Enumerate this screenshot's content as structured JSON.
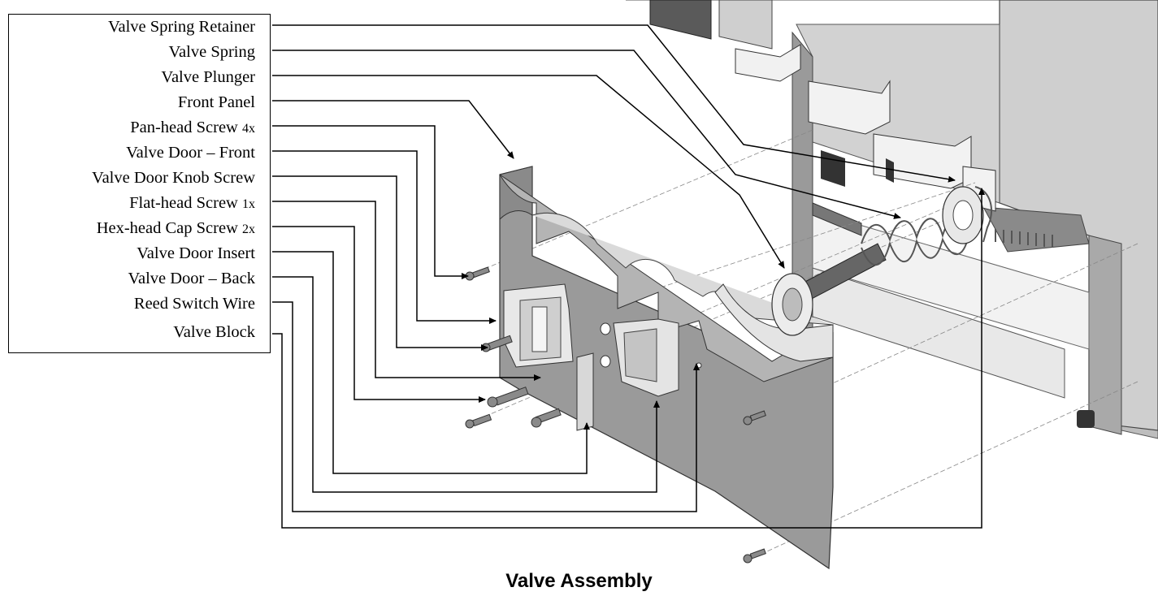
{
  "caption": "Valve Assembly",
  "callouts": [
    {
      "name": "Valve Spring Retainer",
      "qty": ""
    },
    {
      "name": "Valve Spring",
      "qty": ""
    },
    {
      "name": "Valve Plunger",
      "qty": ""
    },
    {
      "name": "Front Panel",
      "qty": ""
    },
    {
      "name": "Pan-head Screw",
      "qty": "4x"
    },
    {
      "name": "Valve Door – Front",
      "qty": ""
    },
    {
      "name": "Valve Door Knob Screw",
      "qty": ""
    },
    {
      "name": "Flat-head Screw",
      "qty": "1x"
    },
    {
      "name": "Hex-head Cap Screw",
      "qty": "2x"
    },
    {
      "name": "Valve Door Insert",
      "qty": ""
    },
    {
      "name": "Valve Door – Back",
      "qty": ""
    },
    {
      "name": "Reed Switch Wire",
      "qty": ""
    },
    {
      "name": "Valve Block",
      "qty": ""
    }
  ],
  "colors": {
    "line": "#000000",
    "panel": "#8f8f8f",
    "cabinet": "#c9c9c9",
    "part_light": "#e6e6e6"
  }
}
